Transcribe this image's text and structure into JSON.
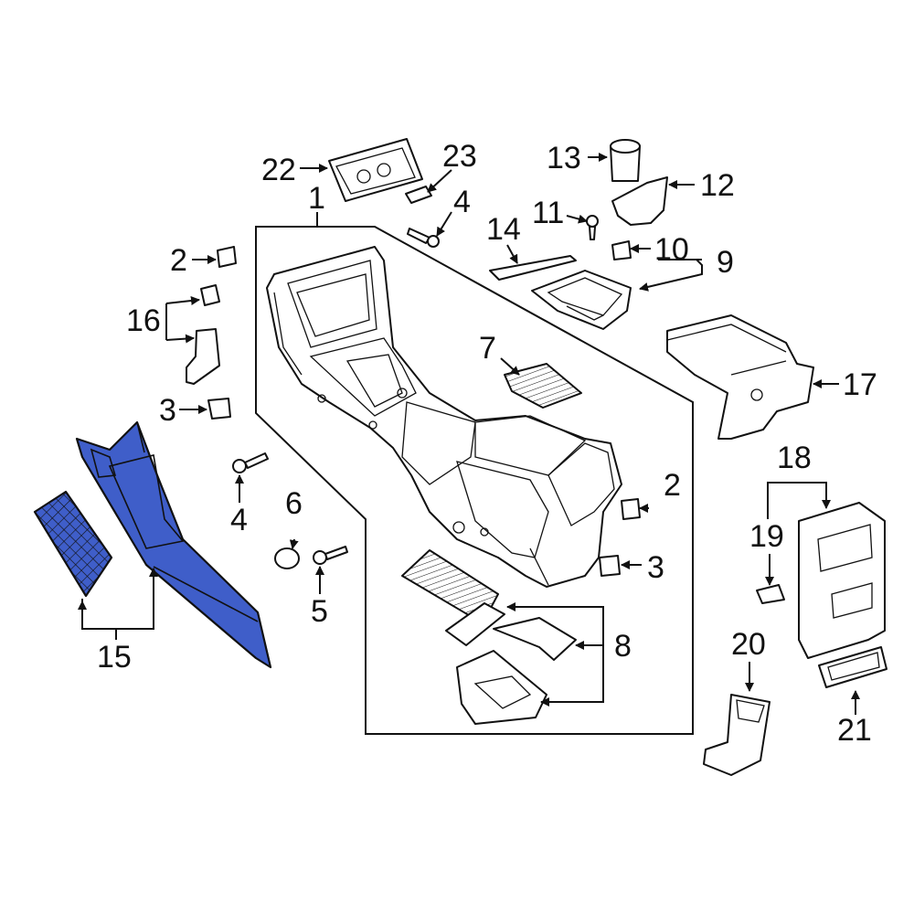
{
  "diagram": {
    "highlight_color": "#3f5ec9",
    "callouts": {
      "c1": "1",
      "c2a": "2",
      "c2b": "2",
      "c3a": "3",
      "c3b": "3",
      "c4a": "4",
      "c4b": "4",
      "c5": "5",
      "c6": "6",
      "c7": "7",
      "c8": "8",
      "c9": "9",
      "c10": "10",
      "c11": "11",
      "c12": "12",
      "c13": "13",
      "c14": "14",
      "c15": "15",
      "c16": "16",
      "c17": "17",
      "c18": "18",
      "c19": "19",
      "c20": "20",
      "c21": "21",
      "c22": "22",
      "c23": "23"
    }
  }
}
